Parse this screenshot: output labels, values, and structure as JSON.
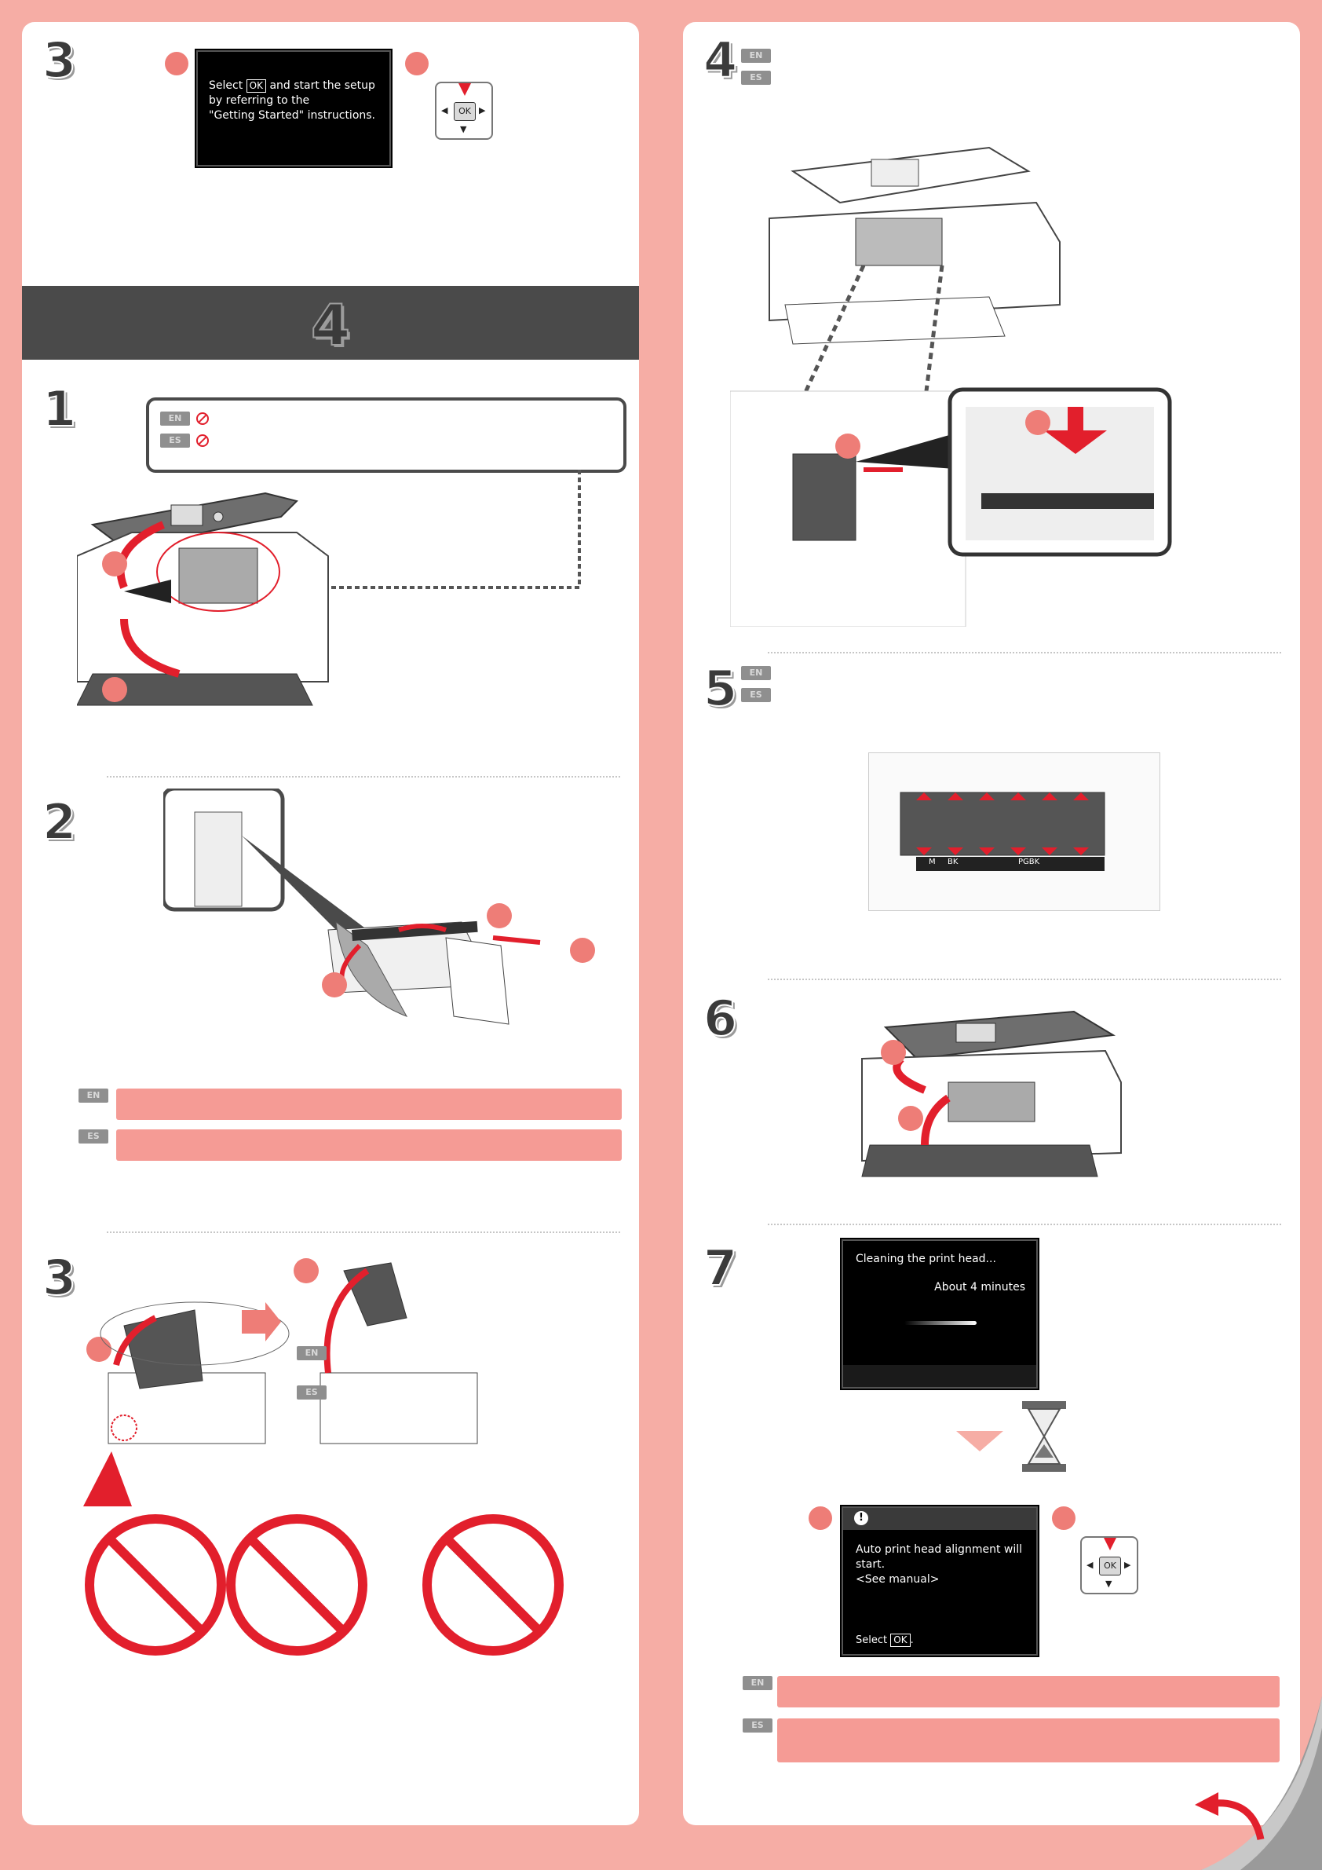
{
  "top_step": {
    "number": "3",
    "screen_text": [
      "Select",
      "OK",
      "and start the setup",
      "by referring to the",
      "\"Getting Started\" instructions."
    ]
  },
  "section": {
    "number": "4"
  },
  "steps": {
    "s1": {
      "number": "1"
    },
    "s2": {
      "number": "2"
    },
    "s3": {
      "number": "3"
    },
    "s4": {
      "number": "4"
    },
    "s5": {
      "number": "5"
    },
    "s6": {
      "number": "6"
    },
    "s7": {
      "number": "7"
    }
  },
  "lang_tags": {
    "en": "EN",
    "es": "ES"
  },
  "ok_button": {
    "label": "OK",
    "left": "◀",
    "right": "▶",
    "down": "▼"
  },
  "step7": {
    "screen1": {
      "line1": "Cleaning the print head...",
      "line2": "About 4 minutes"
    },
    "screen2": {
      "alert_icon": "!",
      "lines": [
        "Auto print head alignment will",
        "start.",
        "<See manual>"
      ],
      "footer_prefix": "Select",
      "footer_key": "OK",
      "footer_suffix": "."
    }
  },
  "ink_labels": {
    "m": "M",
    "bk": "BK",
    "pgbk": "PGBK"
  },
  "colors": {
    "accent": "#f6ada5",
    "marker": "#ee7d77",
    "warning_red": "#e21f2c",
    "bar": "#f59b95"
  }
}
